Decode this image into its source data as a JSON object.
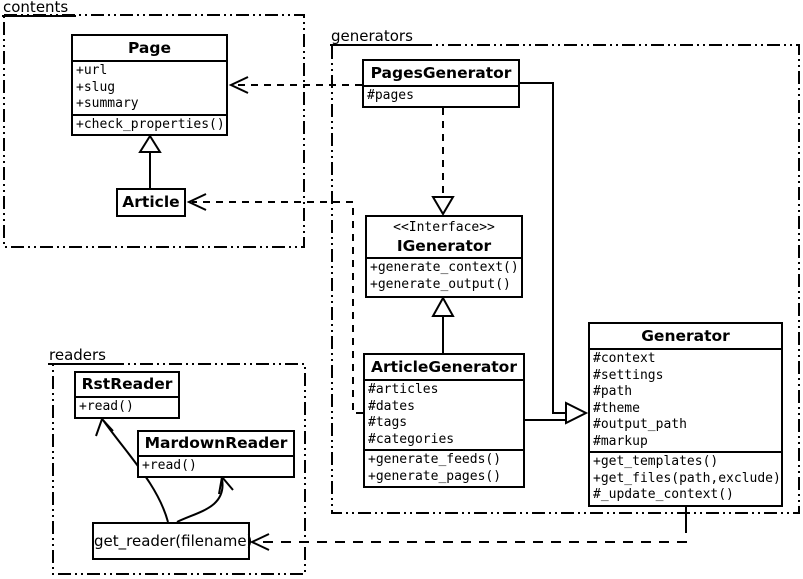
{
  "diagram_type": "uml-class-diagram",
  "colors": {
    "line": "#000000",
    "background": "#ffffff"
  },
  "packages": {
    "contents": {
      "label": "contents"
    },
    "generators": {
      "label": "generators"
    },
    "readers": {
      "label": "readers"
    }
  },
  "classes": {
    "page": {
      "name": "Page",
      "attributes": [
        "+url",
        "+slug",
        "+summary"
      ],
      "methods": [
        "+check_properties()"
      ]
    },
    "article": {
      "name": "Article"
    },
    "pages_generator": {
      "name": "PagesGenerator",
      "attributes": [
        "#pages"
      ]
    },
    "igenerator": {
      "stereotype": "<<Interface>>",
      "name": "IGenerator",
      "methods": [
        "+generate_context()",
        "+generate_output()"
      ]
    },
    "article_generator": {
      "name": "ArticleGenerator",
      "attributes": [
        "#articles",
        "#dates",
        "#tags",
        "#categories"
      ],
      "methods": [
        "+generate_feeds()",
        "+generate_pages()"
      ]
    },
    "generator": {
      "name": "Generator",
      "attributes": [
        "#context",
        "#settings",
        "#path",
        "#theme",
        "#output_path",
        "#markup"
      ],
      "methods": [
        "+get_templates()",
        "+get_files(path,exclude)",
        "#_update_context()"
      ]
    },
    "rst_reader": {
      "name": "RstReader",
      "methods": [
        "+read()"
      ]
    },
    "mardown_reader": {
      "name": "MardownReader",
      "methods": [
        "+read()"
      ]
    },
    "get_reader": {
      "label": "get_reader(filename)"
    }
  },
  "relations": [
    {
      "from": "Article",
      "to": "Page",
      "type": "inheritance"
    },
    {
      "from": "PagesGenerator",
      "to": "Page",
      "type": "dependency"
    },
    {
      "from": "ArticleGenerator",
      "to": "Article",
      "type": "dependency"
    },
    {
      "from": "PagesGenerator",
      "to": "IGenerator",
      "type": "realization"
    },
    {
      "from": "ArticleGenerator",
      "to": "IGenerator",
      "type": "inheritance"
    },
    {
      "from": "PagesGenerator",
      "to": "Generator",
      "type": "inheritance"
    },
    {
      "from": "ArticleGenerator",
      "to": "Generator",
      "type": "inheritance"
    },
    {
      "from": "Generator",
      "to": "get_reader",
      "type": "dependency"
    },
    {
      "from": "get_reader",
      "to": "RstReader",
      "type": "association"
    },
    {
      "from": "get_reader",
      "to": "MardownReader",
      "type": "association"
    }
  ]
}
